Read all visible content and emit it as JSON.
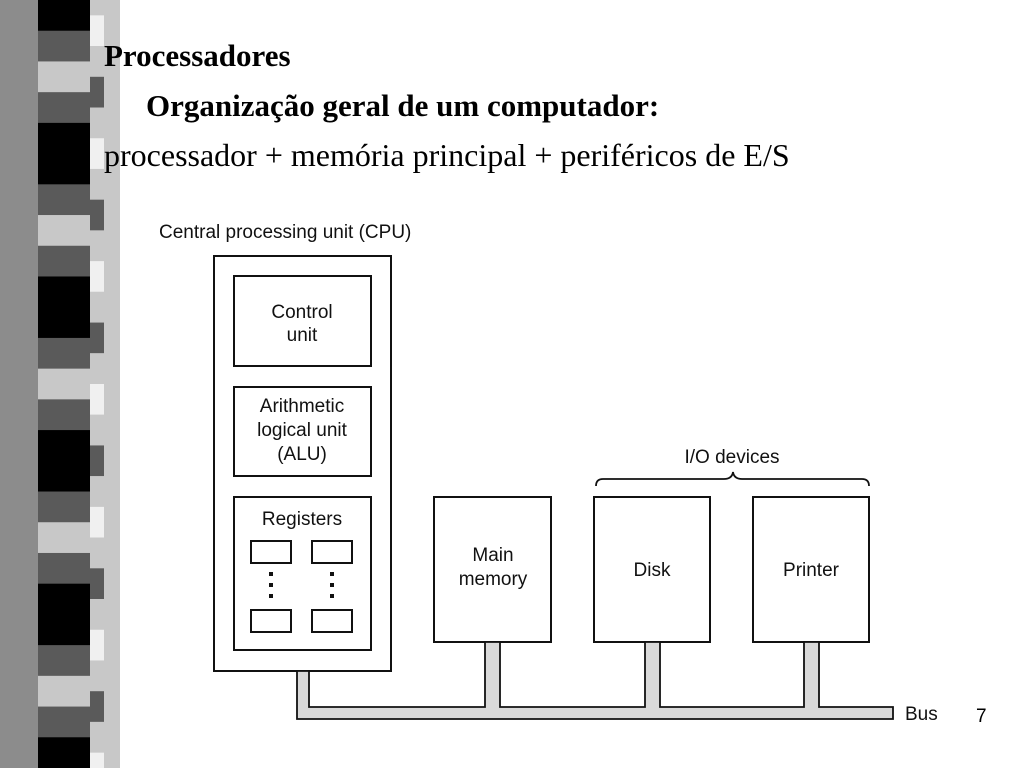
{
  "slide": {
    "heading": "Processadores",
    "subheading": "Organização geral de um computador:",
    "description": "processador + memória principal + periféricos de E/S",
    "page_number": "7"
  },
  "diagram": {
    "cpu_label": "Central processing unit (CPU)",
    "control_unit": [
      "Control",
      "unit"
    ],
    "alu": [
      "Arithmetic",
      "logical unit",
      "(ALU)"
    ],
    "registers": "Registers",
    "io_label": "I/O devices",
    "main_memory": [
      "Main",
      "memory"
    ],
    "disk": "Disk",
    "printer": "Printer",
    "bus": "Bus"
  },
  "colors": {
    "stripe_dark": "#000000",
    "stripe_mid": "#5a5a5a",
    "stripe_light": "#c8c8c8",
    "stripe_white": "#f0f0f0",
    "bus_fill": "#d9d9d9",
    "line": "#111111"
  }
}
